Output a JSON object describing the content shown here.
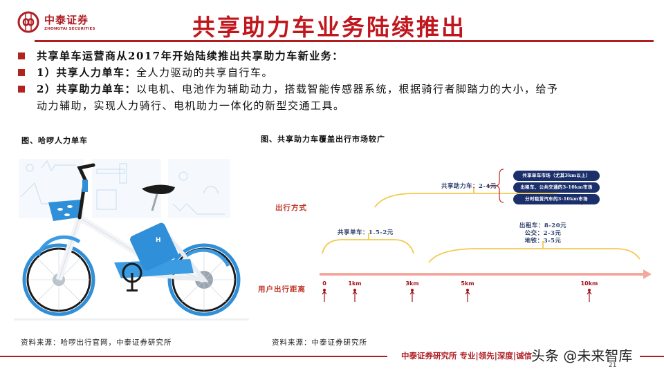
{
  "header": {
    "logo_cn": "中泰证券",
    "logo_en": "ZHONGTAI SECURITIES",
    "title": "共享助力车业务陆续推出"
  },
  "bullets": [
    {
      "bold": "共享单车运营商从2017年开始陆续推出共享助力车新业务：",
      "text": ""
    },
    {
      "bold": "1）共享人力单车：",
      "text": "全人力驱动的共享自行车。"
    },
    {
      "bold": "2）共享助力单车：",
      "text": "以电机、电池作为辅助动力，搭载智能传感器系统，根据骑行者脚踏力的大小，给予",
      "continuation": "动力辅助，实现人力骑行、电机助力一体化的新型交通工具。"
    }
  ],
  "figures": {
    "left": {
      "caption": "图、哈啰人力单车",
      "source": "资料来源：哈啰出行官网，中泰证券研究所",
      "image_alt": "hellobike-bicycle-photo"
    },
    "right": {
      "caption": "图、共享助力车覆盖出行市场较广",
      "source": "资料来源：中泰证券研究所",
      "diagram": {
        "mode_label": "出行方式",
        "distance_label": "用户出行距离",
        "ebike_price": "共享助力车：2-4元",
        "bike_price": "共享单车：1.5-2元",
        "others_price": [
          "出租车：8-20元",
          "公交：2-3元",
          "地铁：3-5元"
        ],
        "ebike_markets": [
          "共享单车市场（尤其3km以上）",
          "出租车、公共交通的3-10km市场",
          "分时租赁汽车的3-10km市场"
        ],
        "ticks": [
          "0",
          "1km",
          "3km",
          "5km",
          "10km"
        ],
        "colors": {
          "axis": "#f4a79d",
          "bracket": "#f2c94c",
          "tick": "#a0141a",
          "pill": "#1b2f6b",
          "label": "#c0392b"
        }
      }
    }
  },
  "footer": {
    "text": "中泰证券研究所 专业|领先|深度|诚信",
    "watermark": "头条 @未来智库",
    "page_number": "21"
  },
  "colors": {
    "brand_red": "#b01e24",
    "title_red": "#c0161d",
    "bullet": "#b2231f"
  }
}
